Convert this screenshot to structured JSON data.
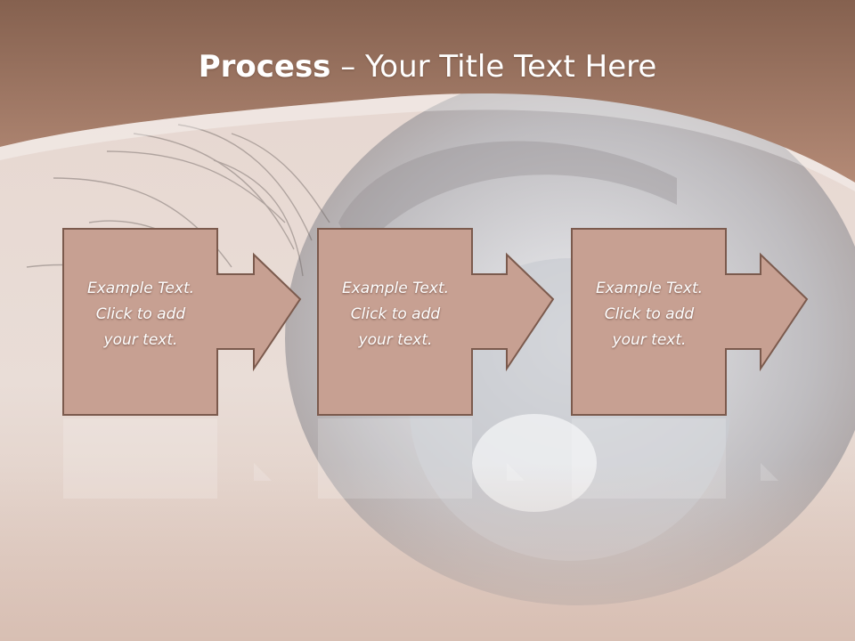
{
  "slide": {
    "title_bold": "Process",
    "title_rest": " – Your Title Text Here"
  },
  "steps": [
    {
      "text_line1": "Example Text.",
      "text_line2": "Click  to add",
      "text_line3": "your text."
    },
    {
      "text_line1": "Example Text.",
      "text_line2": "Click  to add",
      "text_line3": "your text."
    },
    {
      "text_line1": "Example Text.",
      "text_line2": "Click  to add",
      "text_line3": "your text."
    }
  ],
  "colors": {
    "banner": "#9c6f5a",
    "box_fill": "#c7a092",
    "box_stroke": "#7b5a4d",
    "background": "#e9dcd6"
  },
  "icons": {
    "step_arrow": "right-arrow-icon",
    "background": "eye-closeup-photo"
  }
}
